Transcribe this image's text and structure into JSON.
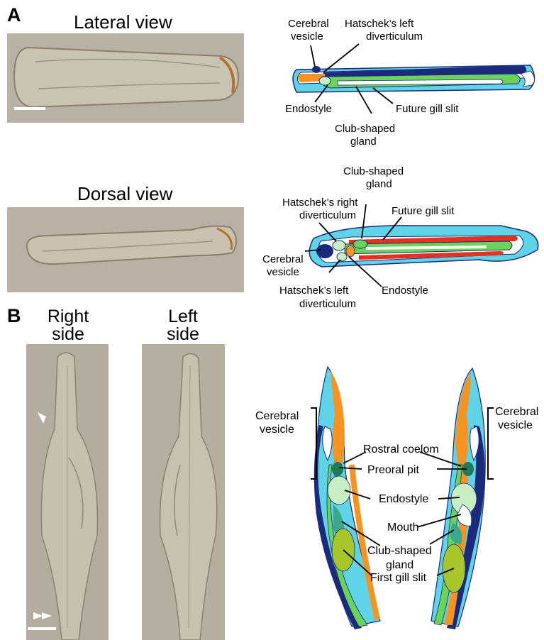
{
  "panels": {
    "a": {
      "letter": "A",
      "lateral_title": "Lateral view",
      "dorsal_title": "Dorsal view",
      "lateral_labels": {
        "cerebral_1": "Cerebral",
        "cerebral_2": "vesicle",
        "hatschek_left_1": "Hatschek’s left",
        "hatschek_left_2": "diverticulum",
        "endostyle": "Endostyle",
        "future_gill_slit": "Future gill slit",
        "club_1": "Club-shaped",
        "club_2": "gland"
      },
      "dorsal_labels": {
        "club_1": "Club-shaped",
        "club_2": "gland",
        "hatschek_right_1": "Hatschek’s right",
        "hatschek_right_2": "diverticulum",
        "future_gill_slit": "Future gill slit",
        "cerebral_1": "Cerebral",
        "cerebral_2": "vesicle",
        "endostyle": "Endostyle",
        "hatschek_left_1": "Hatschek’s left",
        "hatschek_left_2": "diverticulum"
      }
    },
    "b": {
      "letter": "B",
      "right_side_1": "Right",
      "right_side_2": "side",
      "left_side_1": "Left",
      "left_side_2": "side",
      "labels": {
        "cerebral_left_1": "Cerebral",
        "cerebral_left_2": "vesicle",
        "cerebral_right_1": "Cerebral",
        "cerebral_right_2": "vesicle",
        "rostral_coelom": "Rostral coelom",
        "preoral_pit": "Preoral pit",
        "endostyle": "Endostyle",
        "mouth": "Mouth",
        "club_1": "Club-shaped",
        "club_2": "gland",
        "first_gill_slit": "First gill slit"
      }
    }
  },
  "colors": {
    "orange": "#f7931e",
    "navy": "#1b2a7a",
    "green": "#6ad35a",
    "cyan": "#5fd3e8",
    "red": "#e8311c",
    "olive": "#a8c62a",
    "teal": "#3aa88a",
    "dark_teal": "#1e7a5a",
    "pale_green": "#c7efc2",
    "photo_bg": "#b7b2a8"
  }
}
